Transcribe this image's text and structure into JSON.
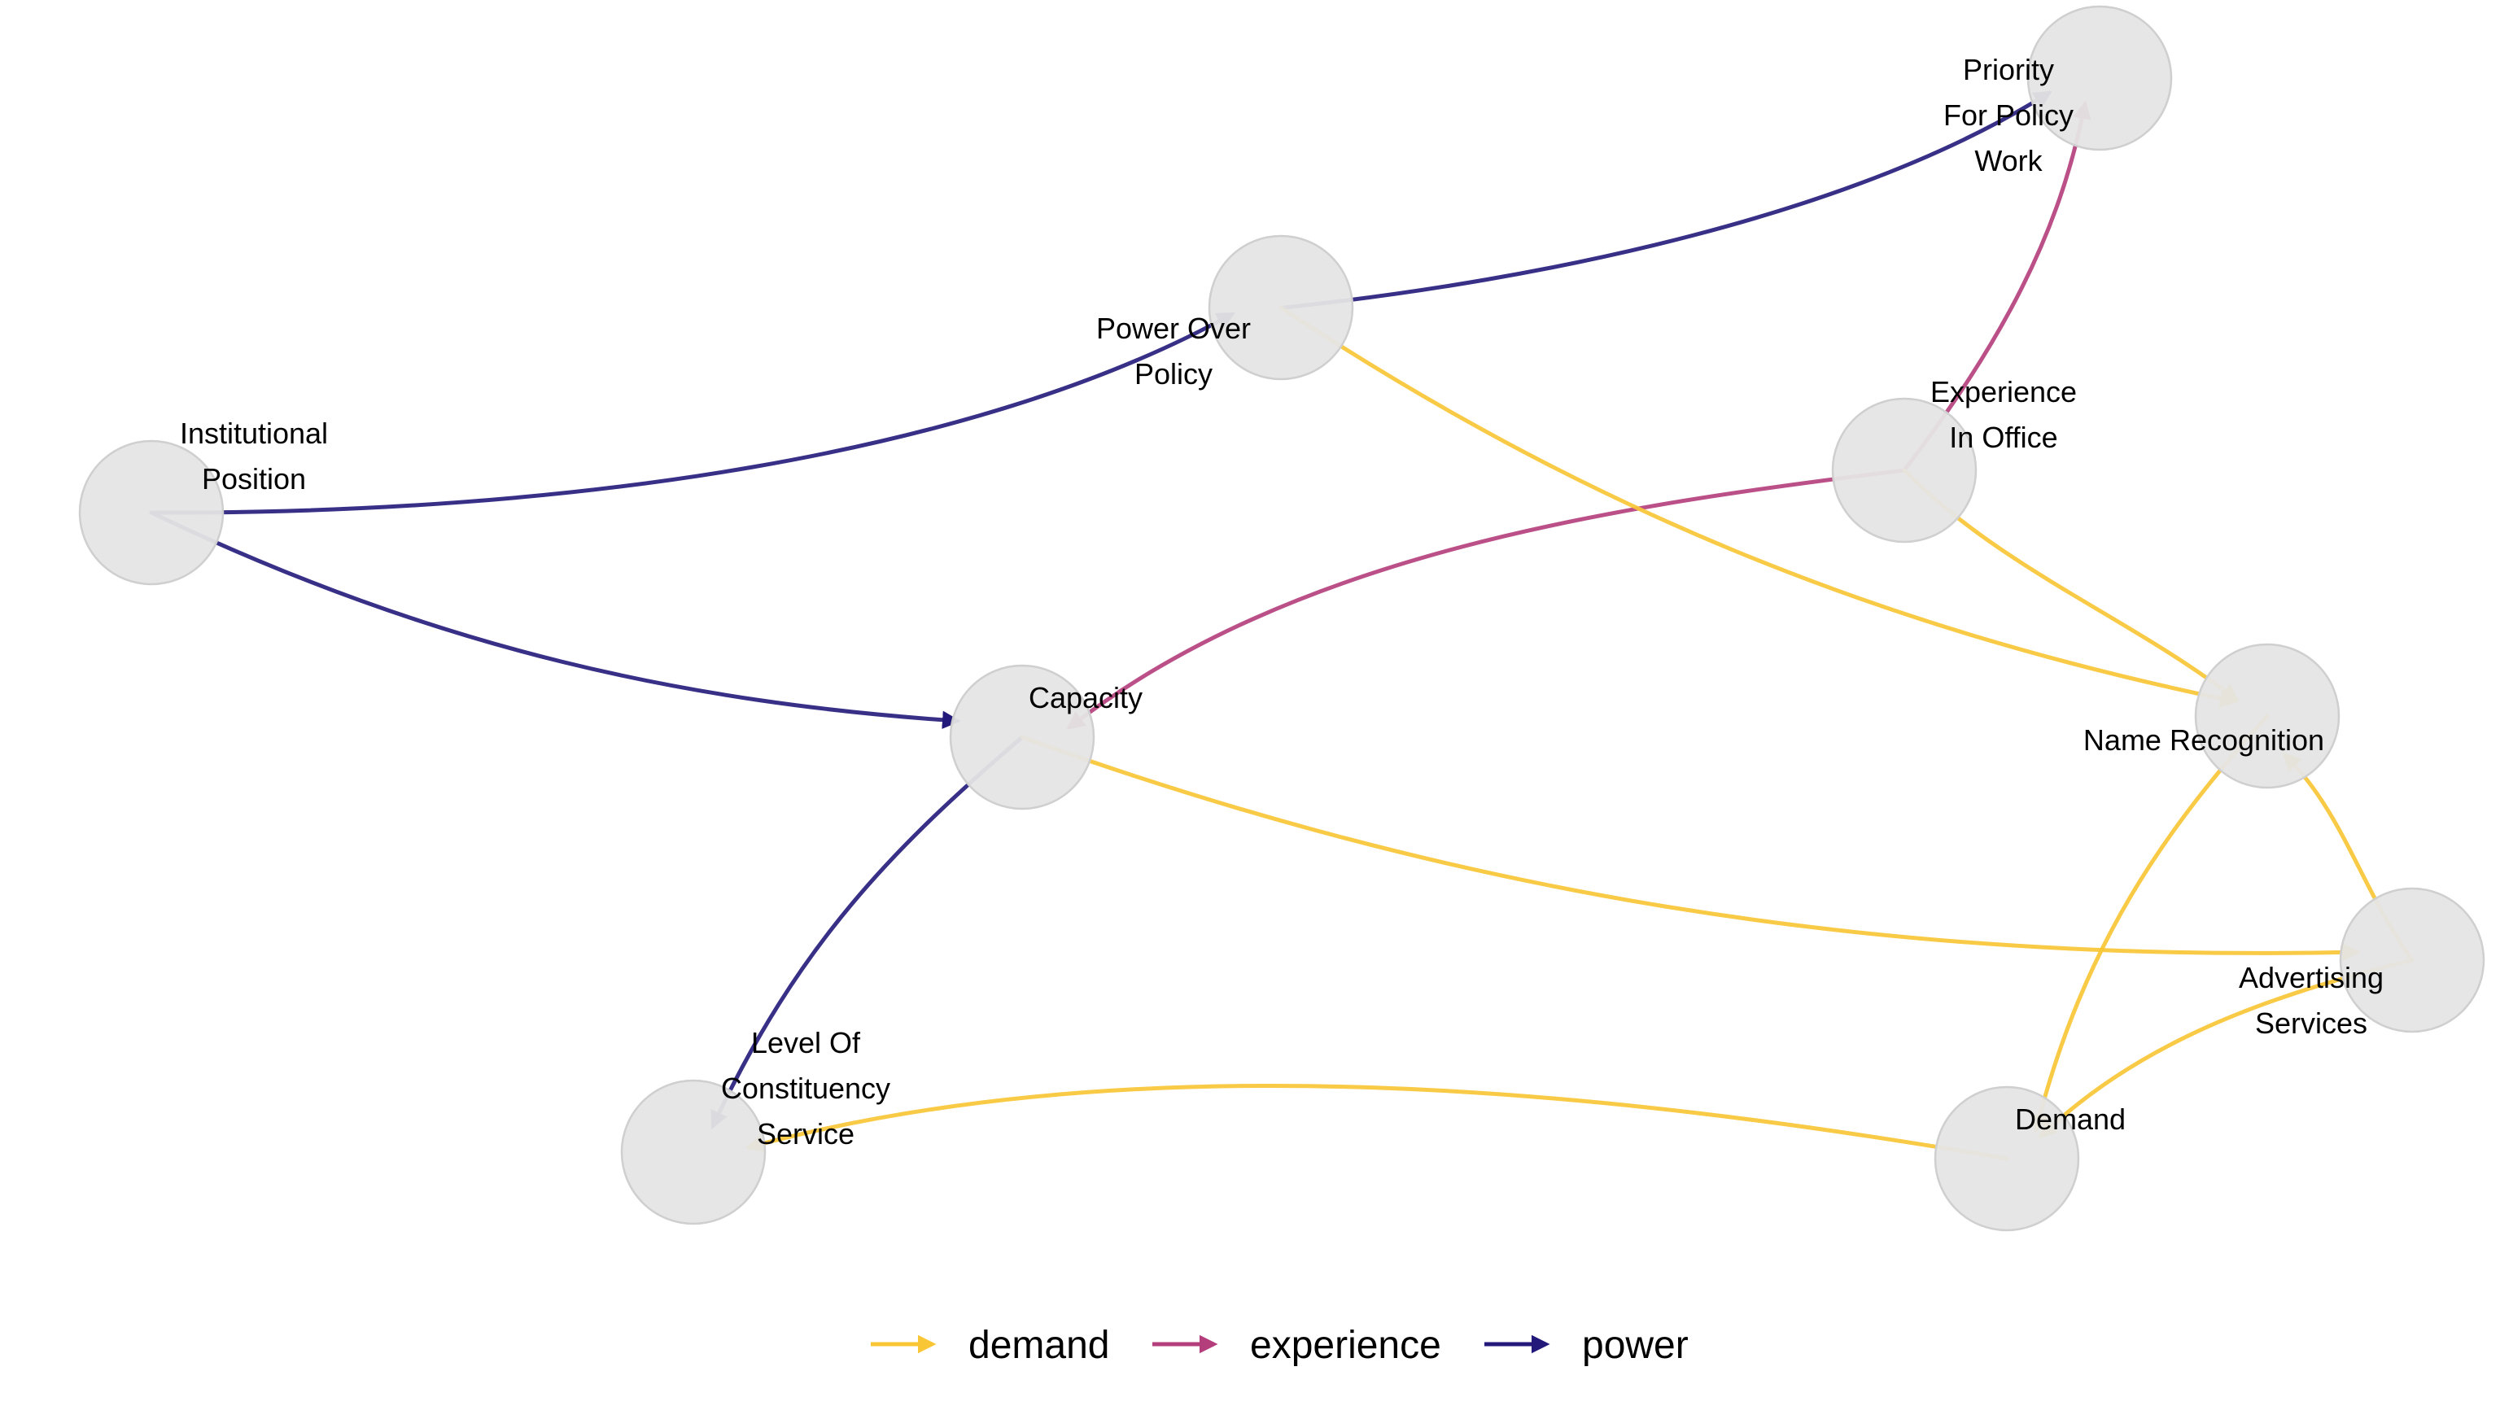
{
  "colors": {
    "demand": "#f9c635",
    "experience": "#b43d7b",
    "power": "#22197a",
    "node_fill": "#e5e5e5",
    "node_stroke": "#cfcfcf"
  },
  "nodes": [
    {
      "id": "institutional_position",
      "label": [
        "Institutional",
        "Position"
      ]
    },
    {
      "id": "power_over_policy",
      "label": [
        "Power Over",
        "Policy"
      ]
    },
    {
      "id": "priority_for_policy_work",
      "label": [
        "Priority",
        "For Policy",
        "Work"
      ]
    },
    {
      "id": "experience_in_office",
      "label": [
        "Experience",
        "In Office"
      ]
    },
    {
      "id": "capacity",
      "label": [
        "Capacity"
      ]
    },
    {
      "id": "name_recognition",
      "label": [
        "Name Recognition"
      ]
    },
    {
      "id": "advertising_services",
      "label": [
        "Advertising",
        "Services"
      ]
    },
    {
      "id": "level_of_constituency_service",
      "label": [
        "Level Of",
        "Constituency",
        "Service"
      ]
    },
    {
      "id": "demand",
      "label": [
        "Demand"
      ]
    }
  ],
  "edges": [
    {
      "from": "institutional_position",
      "to": "power_over_policy",
      "type": "power"
    },
    {
      "from": "institutional_position",
      "to": "capacity",
      "type": "power"
    },
    {
      "from": "power_over_policy",
      "to": "priority_for_policy_work",
      "type": "power"
    },
    {
      "from": "capacity",
      "to": "level_of_constituency_service",
      "type": "power"
    },
    {
      "from": "experience_in_office",
      "to": "priority_for_policy_work",
      "type": "experience"
    },
    {
      "from": "experience_in_office",
      "to": "capacity",
      "type": "experience"
    },
    {
      "from": "power_over_policy",
      "to": "name_recognition",
      "type": "demand"
    },
    {
      "from": "experience_in_office",
      "to": "name_recognition",
      "type": "demand"
    },
    {
      "from": "capacity",
      "to": "advertising_services",
      "type": "demand"
    },
    {
      "from": "name_recognition",
      "to": "demand",
      "type": "demand"
    },
    {
      "from": "advertising_services",
      "to": "name_recognition",
      "type": "demand"
    },
    {
      "from": "advertising_services",
      "to": "demand",
      "type": "demand"
    },
    {
      "from": "demand",
      "to": "level_of_constituency_service",
      "type": "demand"
    }
  ],
  "legend": [
    {
      "type": "demand",
      "label": "demand"
    },
    {
      "type": "experience",
      "label": "experience"
    },
    {
      "type": "power",
      "label": "power"
    }
  ]
}
